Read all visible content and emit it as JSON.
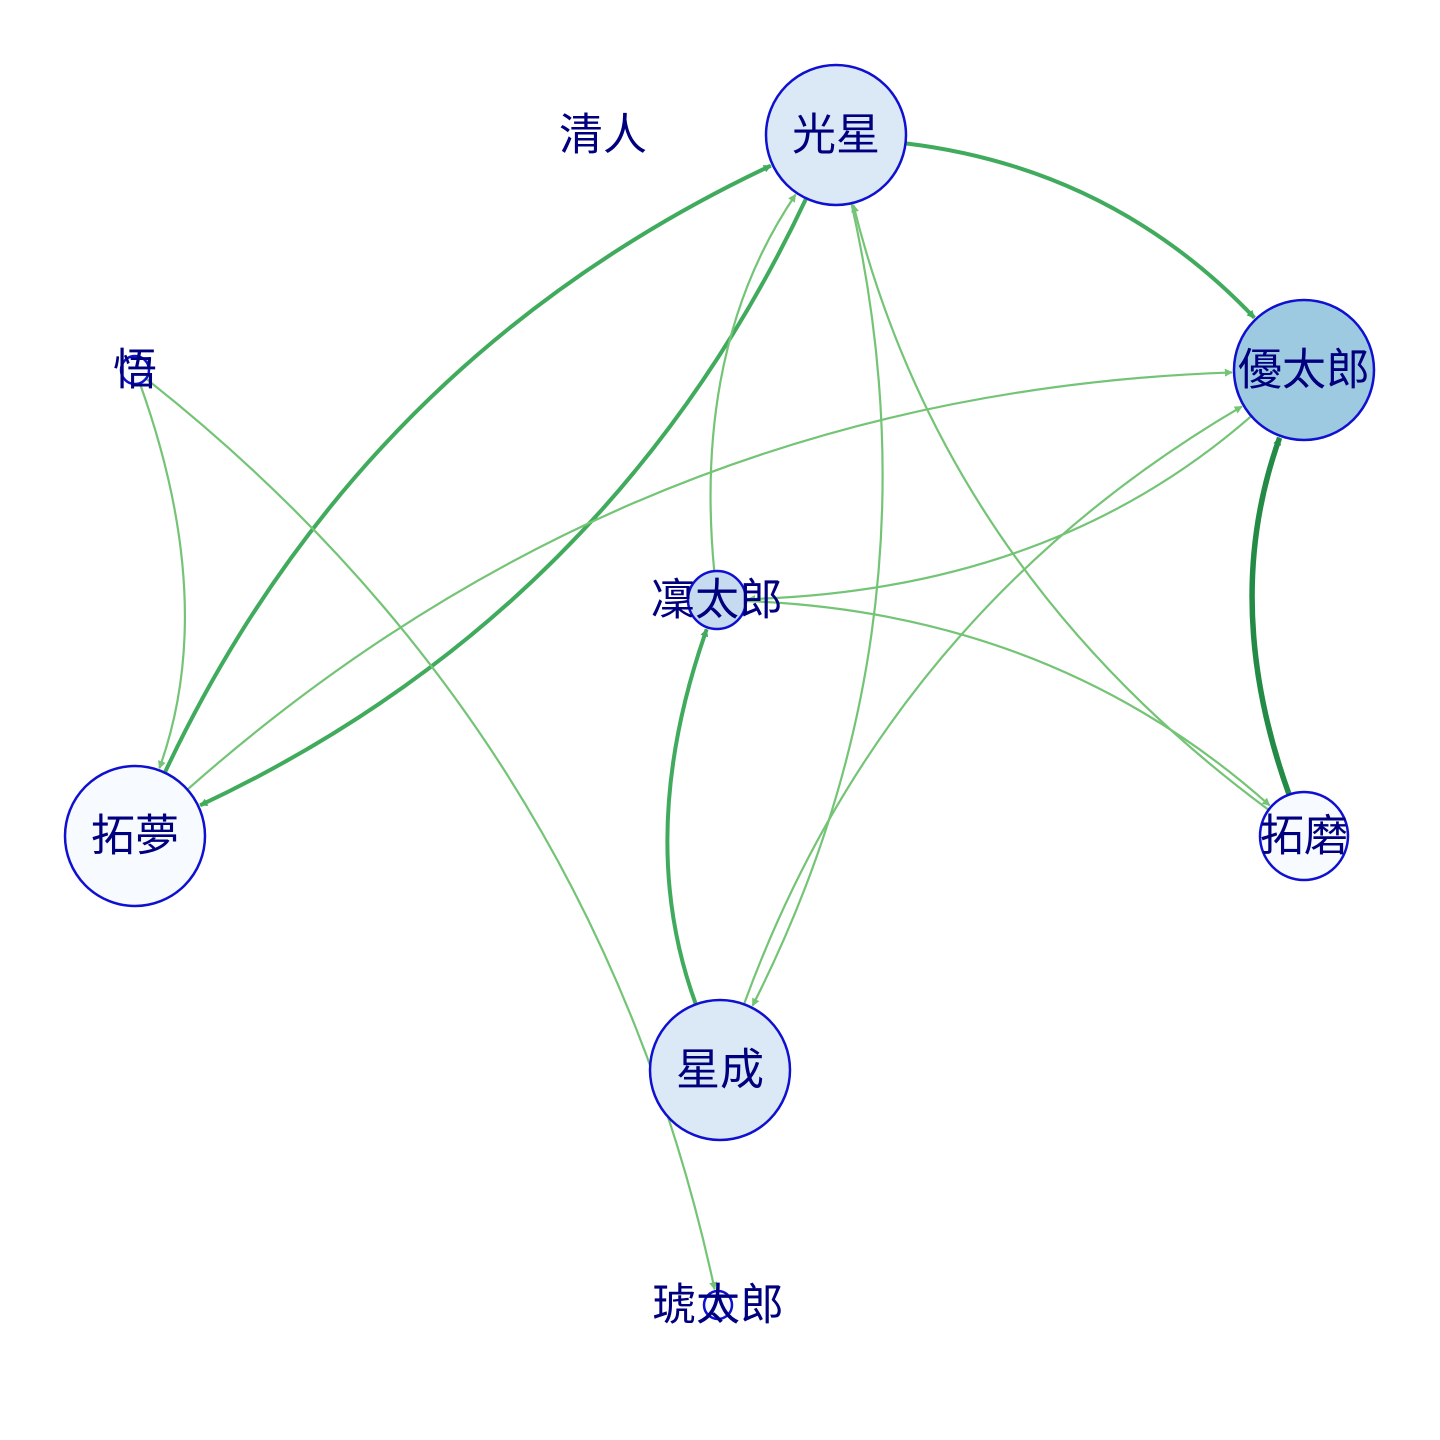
{
  "diagram": {
    "type": "directed-network",
    "colors": {
      "background": "#ffffff",
      "node_stroke": "#1010d0",
      "label": "#00007f",
      "edge_weak": "#74c476",
      "edge_medium": "#41ab5d",
      "edge_strong": "#238b45"
    },
    "nodes": [
      {
        "id": "kosei",
        "label": "光星",
        "fill": "#dbe9f6",
        "size": "large"
      },
      {
        "id": "kiyoto",
        "label": "清人",
        "fill": "none",
        "size": "none"
      },
      {
        "id": "yutaro",
        "label": "優太郎",
        "fill": "#9ecae1",
        "size": "large"
      },
      {
        "id": "satoru",
        "label": "悟",
        "fill": "#f7fbff",
        "size": "tiny"
      },
      {
        "id": "rintaro",
        "label": "凜太郎",
        "fill": "#c6dbef",
        "size": "small"
      },
      {
        "id": "takumu",
        "label": "拓夢",
        "fill": "#f7fbff",
        "size": "large"
      },
      {
        "id": "takuma",
        "label": "拓磨",
        "fill": "#f7fbff",
        "size": "medium"
      },
      {
        "id": "seisei",
        "label": "星成",
        "fill": "#dbe9f6",
        "size": "large"
      },
      {
        "id": "kotaro",
        "label": "琥太郎",
        "fill": "#f7fbff",
        "size": "tiny"
      }
    ],
    "edges": [
      {
        "from": "kosei",
        "to": "yutaro",
        "strength": "medium"
      },
      {
        "from": "takumu",
        "to": "kosei",
        "strength": "medium"
      },
      {
        "from": "kosei",
        "to": "takumu",
        "strength": "medium"
      },
      {
        "from": "rintaro",
        "to": "kosei",
        "strength": "weak"
      },
      {
        "from": "kosei",
        "to": "seisei",
        "strength": "weak"
      },
      {
        "from": "takuma",
        "to": "kosei",
        "strength": "weak"
      },
      {
        "from": "satoru",
        "to": "takumu",
        "strength": "weak"
      },
      {
        "from": "satoru",
        "to": "kotaro",
        "strength": "weak"
      },
      {
        "from": "takumu",
        "to": "yutaro",
        "strength": "weak"
      },
      {
        "from": "yutaro",
        "to": "rintaro",
        "strength": "weak"
      },
      {
        "from": "seisei",
        "to": "yutaro",
        "strength": "weak"
      },
      {
        "from": "rintaro",
        "to": "takuma",
        "strength": "weak"
      },
      {
        "from": "takuma",
        "to": "yutaro",
        "strength": "strong"
      },
      {
        "from": "seisei",
        "to": "rintaro",
        "strength": "medium"
      }
    ]
  }
}
